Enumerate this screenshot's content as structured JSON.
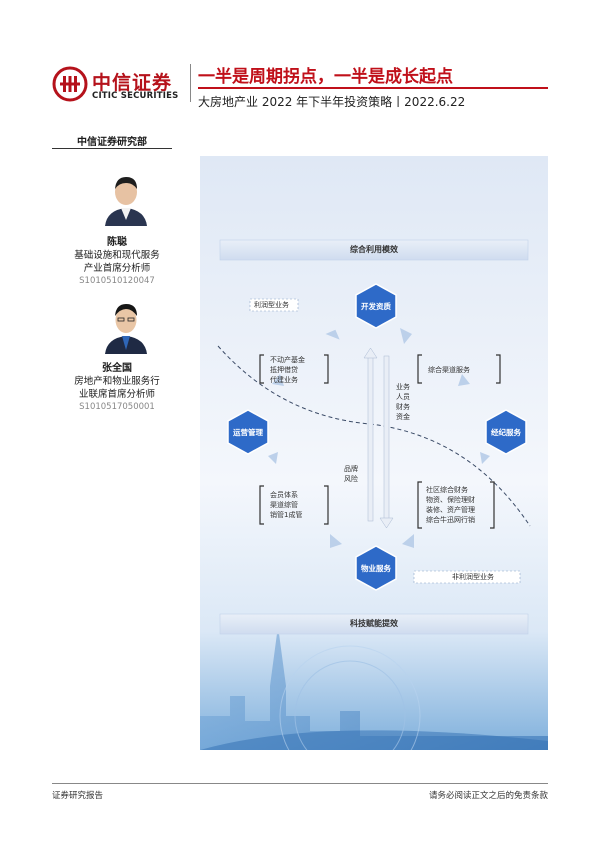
{
  "header": {
    "logo_cn": "中信证券",
    "logo_en": "CITIC SECURITIES",
    "title": "一半是周期拐点，一半是成长起点",
    "subtitle": "大房地产业 2022 年下半年投资策略丨2022.6.22"
  },
  "sidebar": {
    "department": "中信证券研究部",
    "analysts": [
      {
        "name": "陈聪",
        "title_line1": "基础设施和现代服务",
        "title_line2": "产业首席分析师",
        "cert": "S1010510120047"
      },
      {
        "name": "张全国",
        "title_line1": "房地产和物业服务行",
        "title_line2": "业联席首席分析师",
        "cert": "S1010517050001"
      }
    ]
  },
  "figure": {
    "top_bar": "综合利用模效",
    "bottom_bar": "科技赋能提效",
    "hexes": {
      "top": "开发资质",
      "left": "运营管理",
      "right": "经纪服务",
      "bottom": "物业服务"
    },
    "labels": {
      "top_left_tag": "利润型业务",
      "bracket_left_top": [
        "不动产基金",
        "抵押借贷",
        "代建业务"
      ],
      "bracket_right_top": [
        "综合渠道服务"
      ],
      "bracket_left_bottom": [
        "会员体系",
        "渠道综管",
        "销管1成管"
      ],
      "bracket_right_bottom": [
        "社区综合财务",
        "物资、保险理财",
        "装修、资产管理",
        "综合牛迅网行销"
      ],
      "center_right": [
        "业务",
        "人员",
        "财务",
        "资金"
      ],
      "center_left": [
        "品牌",
        "风险"
      ],
      "bottom_right_tag": "非利润型业务"
    }
  },
  "footer": {
    "left": "证券研究报告",
    "right": "请务必阅读正文之后的免责条款"
  },
  "colors": {
    "brand_red": "#c0101a",
    "hex_blue": "#2e6ac8",
    "bar_blue": "#dde7f5"
  }
}
